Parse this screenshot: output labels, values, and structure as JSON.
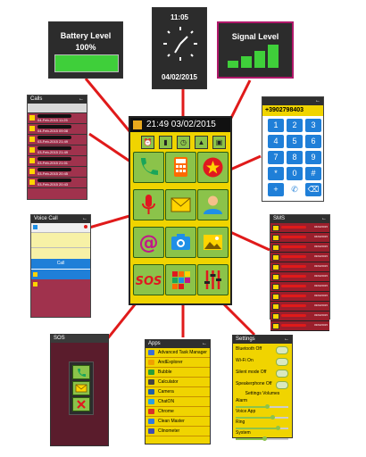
{
  "battery_widget": {
    "title": "Battery Level",
    "value": "100%",
    "level_percent": 100
  },
  "clock_widget": {
    "time": "11:05",
    "date": "04/02/2015"
  },
  "signal_widget": {
    "title": "Signal Level",
    "bars": 4
  },
  "phone": {
    "status_time": "21:49 03/02/2015",
    "tiles": [
      {
        "name": "phone",
        "icon": "phone-icon",
        "color": "#1aa55a"
      },
      {
        "name": "calculator",
        "icon": "calculator-icon",
        "color": "#ff6a00"
      },
      {
        "name": "favorites",
        "icon": "star-icon",
        "color": "#e0181f"
      },
      {
        "name": "voice",
        "icon": "microphone-icon",
        "color": "#e0181f"
      },
      {
        "name": "sms",
        "icon": "envelope-icon",
        "color": "#ffd400"
      },
      {
        "name": "contacts",
        "icon": "person-icon",
        "color": "#1f8fe6"
      },
      {
        "name": "email",
        "icon": "at-sign-icon",
        "color": "#c0188a"
      },
      {
        "name": "camera",
        "icon": "camera-icon",
        "color": "#1f8fe6"
      },
      {
        "name": "gallery",
        "icon": "picture-icon",
        "color": "#ffd400"
      },
      {
        "name": "sos",
        "label": "SOS",
        "color": "#e0181f"
      },
      {
        "name": "apps",
        "icon": "apps-grid-icon",
        "color": "#ff6a00"
      },
      {
        "name": "settings",
        "icon": "sliders-icon",
        "color": "#e0181f"
      }
    ]
  },
  "calls_panel": {
    "title": "Calls",
    "rows": [
      {
        "date": "04-Feb-2015 11:25"
      },
      {
        "date": "04-Feb-2015 09:08"
      },
      {
        "date": "03-Feb-2015 21:49"
      },
      {
        "date": "03-Feb-2015 21:49"
      },
      {
        "date": "03-Feb-2015 21:01"
      },
      {
        "date": "03-Feb-2015 20:45"
      },
      {
        "date": "03-Feb-2015 20:43"
      }
    ]
  },
  "dialer_panel": {
    "number": "+3902798403",
    "keys": [
      "1",
      "2",
      "3",
      "4",
      "5",
      "6",
      "7",
      "8",
      "9",
      "*",
      "0",
      "#",
      "+",
      "✆",
      "⌫"
    ]
  },
  "voicecall_panel": {
    "title": "Voice Call",
    "call_label": "Call"
  },
  "sms_panel": {
    "title": "SMS",
    "dates": [
      "04/02/2015",
      "04/02/2015",
      "03/02/2015",
      "03/02/2015",
      "03/02/2015",
      "03/02/2015",
      "03/02/2015",
      "03/02/2015",
      "03/02/2015",
      "03/02/2015",
      "03/02/2015"
    ]
  },
  "sos_panel": {
    "title": "SOS"
  },
  "apps_panel": {
    "title": "Apps",
    "items": [
      {
        "label": "Advanced Task Manager",
        "color": "#3a6ed8"
      },
      {
        "label": "AndExplorer",
        "color": "#f0a000"
      },
      {
        "label": "Bubble",
        "color": "#2a9d3a"
      },
      {
        "label": "Calculator",
        "color": "#444444"
      },
      {
        "label": "Camera",
        "color": "#1f5fa8"
      },
      {
        "label": "ChatON",
        "color": "#2aa0e0"
      },
      {
        "label": "Chrome",
        "color": "#d8332a"
      },
      {
        "label": "Clean Master",
        "color": "#2f7ae0"
      },
      {
        "label": "Clinometer",
        "color": "#3e4db0"
      }
    ]
  },
  "settings_panel": {
    "title": "Settings",
    "toggles": [
      "Bluetooth Off",
      "Wi-Fi On",
      "Silent mode Off",
      "Speakerphone Off"
    ],
    "volumes_title": "Settings Volumes",
    "volumes": [
      {
        "label": "Alarm",
        "level": 0.6
      },
      {
        "label": "Voice App",
        "level": 0.7
      },
      {
        "label": "Ring",
        "level": 0.8
      },
      {
        "label": "System",
        "level": 0.55
      }
    ]
  },
  "colors": {
    "accent_yellow": "#f0d400",
    "tile_green": "#8bc34a",
    "connector_red": "#e01a1a",
    "call_row_maroon": "#a0324d"
  }
}
